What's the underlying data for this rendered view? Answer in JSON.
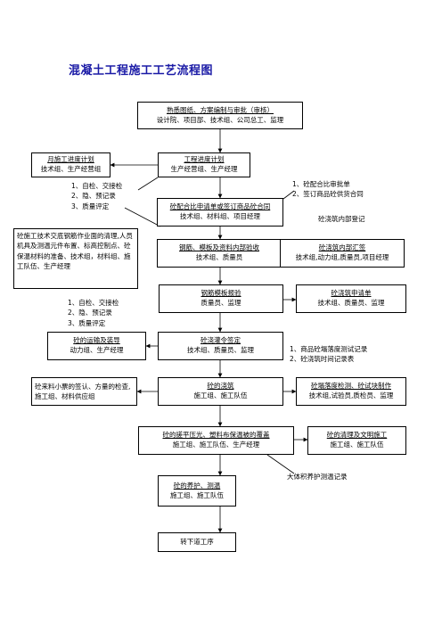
{
  "title": "混凝土工程施工工艺流程图",
  "boxes": {
    "b1": {
      "l1": "熟悉图纸、方案编制与审批（审核）",
      "l2": "设计院、项目部、技术组、公司总工、监理"
    },
    "b2": {
      "l1": "工程进度计划",
      "l2": "生产经营组、生产经理"
    },
    "b3": {
      "l1": "月施工进度计划",
      "l2": "技术组、生产经营组"
    },
    "b4": {
      "l1": "砼配合比申请单或签订商品砼合同",
      "l2": "技术组、材料组、项目经理"
    },
    "b5": {
      "l1": "钢筋、模板及资料内部验收",
      "l2": "技术组、质量员"
    },
    "b6": {
      "l1": "砼浇筑内部汇签",
      "l2": "技术组,动力组,质量员,项目经理"
    },
    "b7": {
      "l1": "钢筋模板报验",
      "l2": "质量员、监理"
    },
    "b8": {
      "l1": "砼浇筑申请单",
      "l2": "技术组、质量员、监理"
    },
    "b9": {
      "l1": "砼的运输及装导",
      "l2": "动力组、生产经理"
    },
    "b10": {
      "l1": "砼浇灌令签定",
      "l2": "技术组、质量员、监理"
    },
    "b11": {
      "l1": "砼的浇筑",
      "l2": "施工组、施工队伍"
    },
    "b12": {
      "l1": "砼塌落度检测、砼试块制作",
      "l2": "技术组,试验员,质检员、监理"
    },
    "b13": {
      "l1": "砼的搓平压光、塑料布保温被的覆盖",
      "l2": "施工组、施工队伍、生产经理"
    },
    "b14": {
      "l1": "砼的清理及文明施工",
      "l2": "施工组、施工队伍"
    },
    "b15": {
      "l1": "砼的养护、测温",
      "l2": "施工组、施工队伍"
    },
    "b16": {
      "l1": "转下道工序"
    }
  },
  "side_boxes": {
    "tech": "砼施工技术交底钢筋作业面的清理,人员机具及测温元件布置、标高控制点、砼保温材料的准备、技术组，材料组、施工队伍、生产经理",
    "check": "砼来料小票的签认、方量的检查,施工组、材料供应组"
  },
  "notes": {
    "n1": [
      "1、自检、交接检",
      "2、隐、预记录",
      "3、质量评定"
    ],
    "n2": [
      "1、砼配合比审批单",
      "2、签订商品砼供货合同"
    ],
    "n3": [
      "砼浇筑内部登记"
    ],
    "n4": [
      "1、自检、交接检",
      "2、隐、预记录",
      "3、质量评定"
    ],
    "n5": [
      "1、商品砼塌落度测试记录",
      "2、砼浇筑时间记录表"
    ],
    "n6": [
      "大体积养护测温记录"
    ]
  }
}
